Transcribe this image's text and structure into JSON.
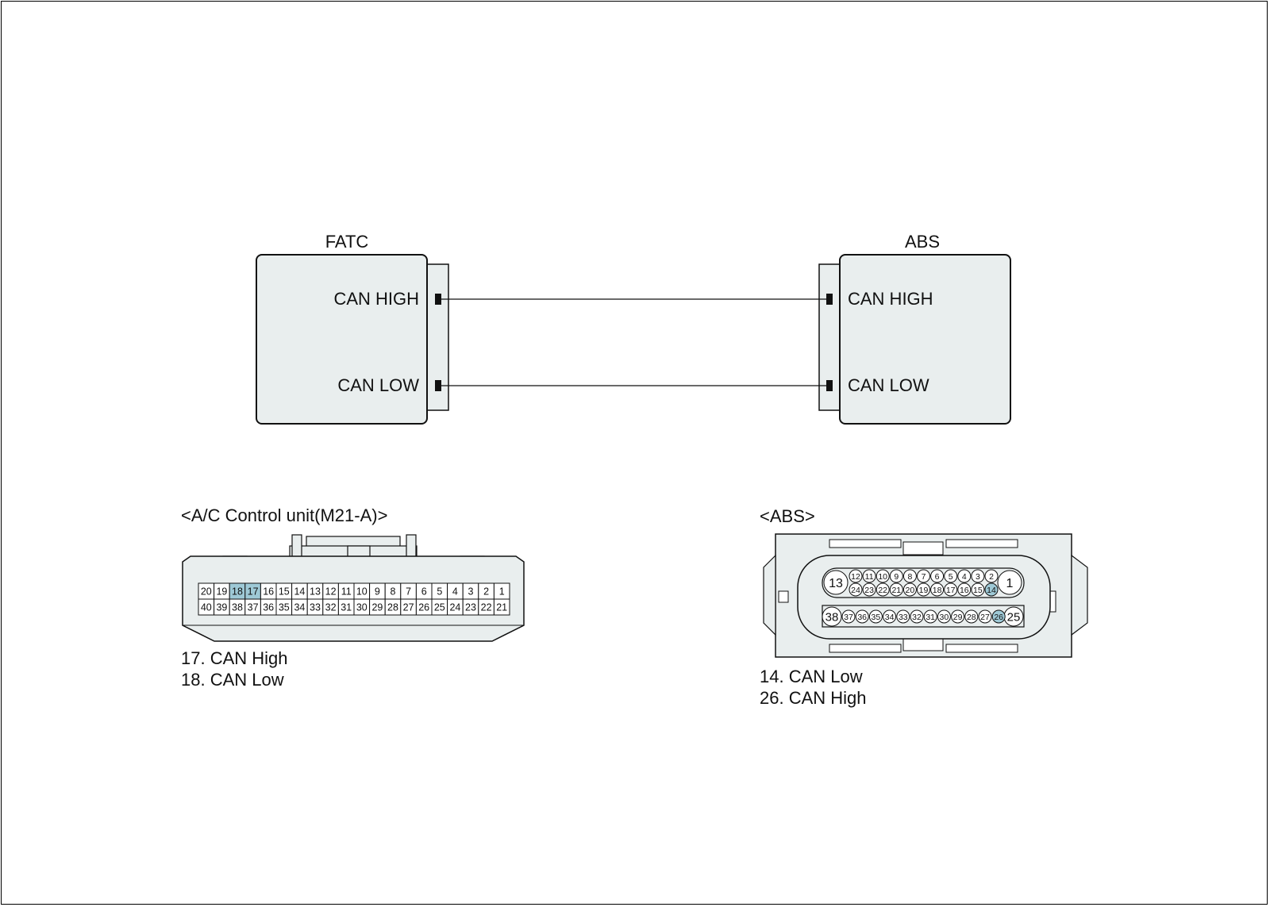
{
  "diagram": {
    "left_module": {
      "name": "FATC",
      "pins": [
        "CAN HIGH",
        "CAN LOW"
      ]
    },
    "right_module": {
      "name": "ABS",
      "pins": [
        "CAN HIGH",
        "CAN LOW"
      ]
    }
  },
  "ac_connector": {
    "title": "<A/C Control unit(M21-A)>",
    "row1": [
      "20",
      "19",
      "18",
      "17",
      "16",
      "15",
      "14",
      "13",
      "12",
      "11",
      "10",
      "9",
      "8",
      "7",
      "6",
      "5",
      "4",
      "3",
      "2",
      "1"
    ],
    "row2": [
      "40",
      "39",
      "38",
      "37",
      "36",
      "35",
      "34",
      "33",
      "32",
      "31",
      "30",
      "29",
      "28",
      "27",
      "26",
      "25",
      "24",
      "23",
      "22",
      "21"
    ],
    "highlighted": [
      "17",
      "18"
    ],
    "notes": [
      "17. CAN High",
      "18. CAN Low"
    ]
  },
  "abs_connector": {
    "title": "<ABS>",
    "big_pins": [
      "13",
      "1",
      "38",
      "25"
    ],
    "row1": [
      "12",
      "11",
      "10",
      "9",
      "8",
      "7",
      "6",
      "5",
      "4",
      "3",
      "2"
    ],
    "row2": [
      "24",
      "23",
      "22",
      "21",
      "20",
      "19",
      "18",
      "17",
      "16",
      "15",
      "14"
    ],
    "row3": [
      "37",
      "36",
      "35",
      "34",
      "33",
      "32",
      "31",
      "30",
      "29",
      "28",
      "27",
      "26"
    ],
    "highlighted": [
      "14",
      "26"
    ],
    "notes": [
      "14. CAN Low",
      "26. CAN High"
    ]
  },
  "colors": {
    "module_fill": "#e9eeee",
    "highlight": "#9ec9d6",
    "line": "#111111"
  }
}
